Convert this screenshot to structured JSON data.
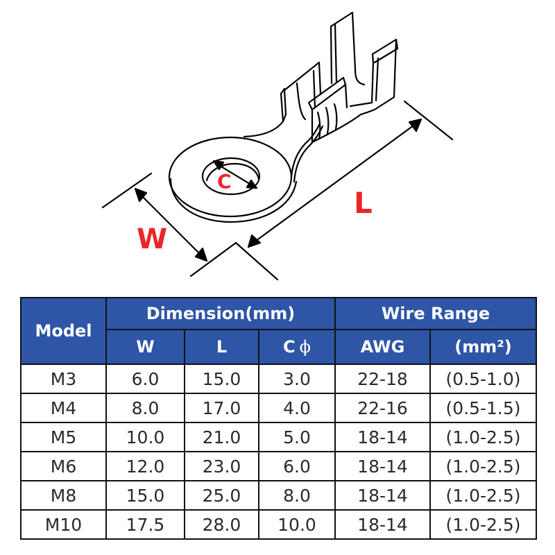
{
  "diagram": {
    "title": "Ring terminal dimension diagram",
    "labels": {
      "width": "W",
      "length": "L",
      "hole_diameter": "C"
    },
    "label_color": "#e8262b",
    "line_color": "#000000"
  },
  "table": {
    "header_color": "#2e55a6",
    "headers": {
      "model": "Model",
      "dimension_group": "Dimension(mm)",
      "wire_range_group": "Wire Range",
      "w": "W",
      "l": "L",
      "c": "C",
      "c_symbol": "ϕ",
      "awg": "AWG",
      "mm2": "(mm²)"
    },
    "rows": [
      {
        "model": "M3",
        "w": "6.0",
        "l": "15.0",
        "c": "3.0",
        "awg": "22-18",
        "mm2": "(0.5-1.0)"
      },
      {
        "model": "M4",
        "w": "8.0",
        "l": "17.0",
        "c": "4.0",
        "awg": "22-16",
        "mm2": "(0.5-1.5)"
      },
      {
        "model": "M5",
        "w": "10.0",
        "l": "21.0",
        "c": "5.0",
        "awg": "18-14",
        "mm2": "(1.0-2.5)"
      },
      {
        "model": "M6",
        "w": "12.0",
        "l": "23.0",
        "c": "6.0",
        "awg": "18-14",
        "mm2": "(1.0-2.5)"
      },
      {
        "model": "M8",
        "w": "15.0",
        "l": "25.0",
        "c": "8.0",
        "awg": "18-14",
        "mm2": "(1.0-2.5)"
      },
      {
        "model": "M10",
        "w": "17.5",
        "l": "28.0",
        "c": "10.0",
        "awg": "18-14",
        "mm2": "(1.0-2.5)"
      }
    ]
  }
}
